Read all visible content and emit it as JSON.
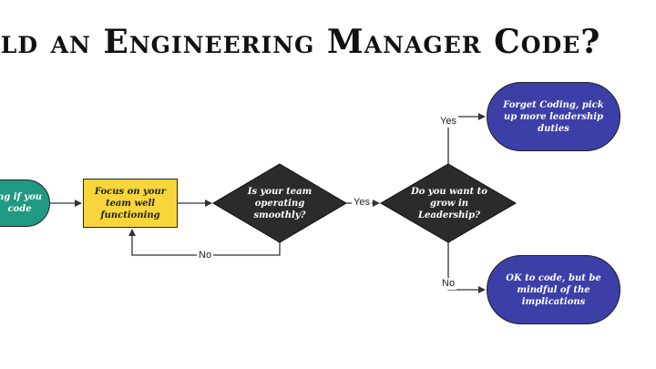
{
  "title": "uld an Engineering Manager Code?",
  "nodes": {
    "start": "ng if you code",
    "focus": "Focus on your team well functioning",
    "question_team": "Is your team operating smoothly?",
    "question_grow": "Do you want to grow in Leadership?",
    "forget_coding": "Forget Coding, pick up more leadership duties",
    "ok_to_code": "OK to code, but be mindful of the implications"
  },
  "edges": {
    "yes_1": "Yes",
    "no_1": "No",
    "yes_2": "Yes",
    "no_2": "No"
  },
  "colors": {
    "start": "#1f9a82",
    "focus": "#f6d63a",
    "decision": "#2b2b2b",
    "outcome": "#3c3fa8",
    "line": "#333333"
  }
}
